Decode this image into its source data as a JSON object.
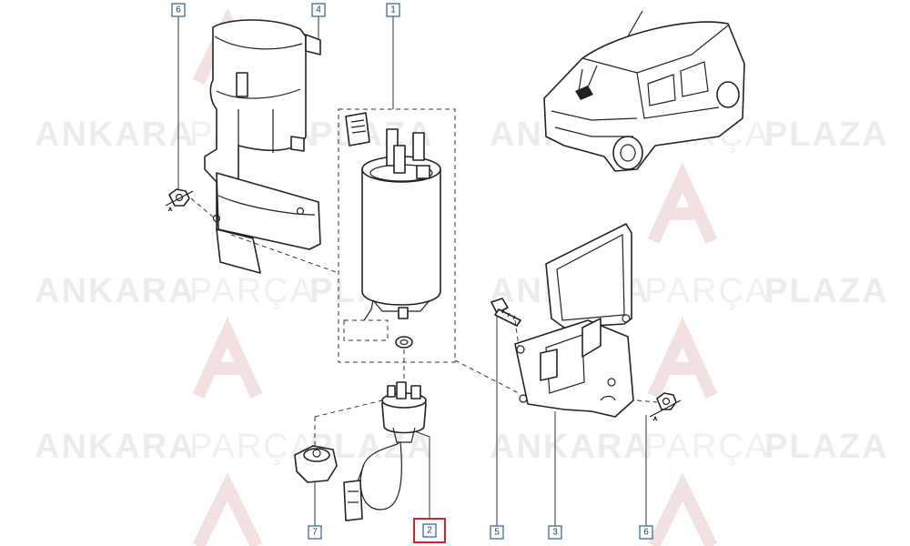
{
  "watermark": {
    "word1": "ANKARA",
    "word2": "PARÇA",
    "word3": "PLAZA",
    "logo": "AP"
  },
  "callouts": {
    "c6_top": "6",
    "c4": "4",
    "c1": "1",
    "c7": "7",
    "c2": "2",
    "c5": "5",
    "c3": "3",
    "c6_bottom": "6"
  },
  "highlight_color": "#d8222a",
  "callout_color": "#2d5f9a"
}
